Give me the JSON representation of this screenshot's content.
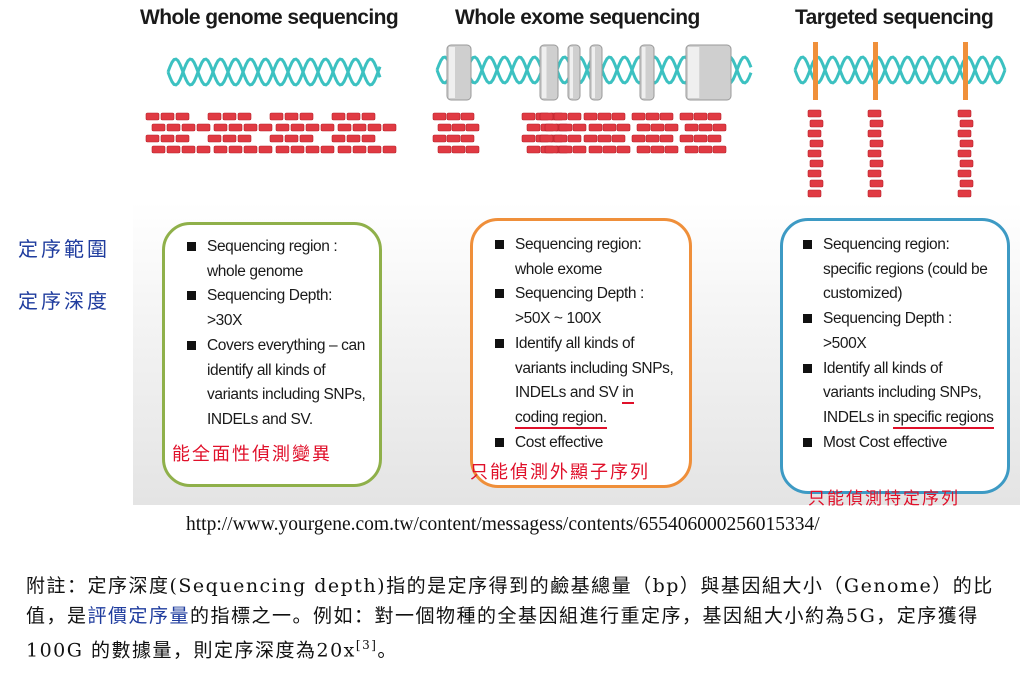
{
  "columns": [
    {
      "title": "Whole genome sequencing",
      "bullets": [
        "Sequencing region : whole genome",
        "Sequencing Depth: >30X",
        "Covers everything – can identify all kinds of variants including SNPs, INDELs and SV."
      ],
      "note": "能全面性偵測變異",
      "border_color": "#8fb04a"
    },
    {
      "title": "Whole exome sequencing",
      "bullets": [
        "Sequencing region: whole exome",
        "Sequencing Depth : >50X ~ 100X",
        "Identify all kinds of variants including SNPs, INDELs and SV in coding region.",
        "Cost effective"
      ],
      "underlined": "in coding region.",
      "note": "只能偵測外顯子序列",
      "border_color": "#ef8f3a"
    },
    {
      "title": "Targeted sequencing",
      "bullets": [
        "Sequencing region: specific regions (could be customized)",
        "Sequencing Depth : >500X",
        "Identify all kinds of variants including SNPs, INDELs in specific regions",
        "Most Cost effective"
      ],
      "underlined": "specific regions",
      "note": "只能偵測特定序列",
      "border_color": "#3d9ac4"
    }
  ],
  "side_labels": {
    "range": "定序範圍",
    "depth": "定序深度"
  },
  "url": "http://www.yourgene.com.tw/content/messagess/contents/655406000256015334/",
  "footnote": {
    "part1": "附註：定序深度(Sequencing depth)指的是定序得到的鹼基總量（bp）與基因組大小（Genome）的比值，是",
    "highlight": "評價定序量",
    "part2": "的指標之一。例如：對一個物種的全基因組進行重定序，基因組大小約為5G，定序獲得100G 的數據量，則定序深度為20x",
    "ref": "[3]",
    "end": "。"
  },
  "colors": {
    "dna_strand": "#3cc1c1",
    "exon": "#cfcfcf",
    "read": "#e03a43",
    "target_bar": "#f0903a",
    "note_red": "#e0102a",
    "side_label_blue": "#1f3c9e"
  }
}
